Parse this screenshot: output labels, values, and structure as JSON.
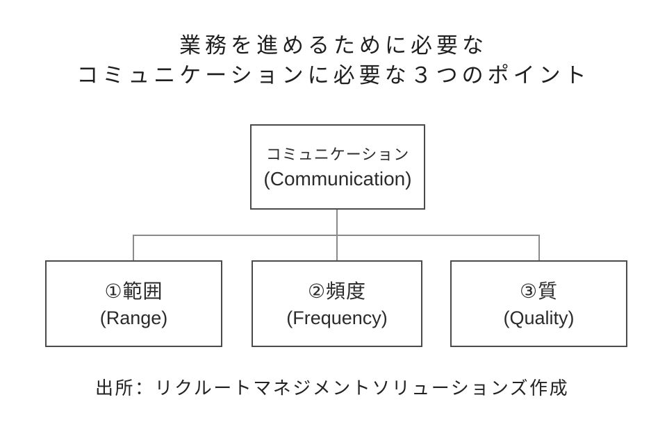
{
  "title": {
    "line1": "業務を進めるために必要な",
    "line2": "コミュニケーションに必要な３つのポイント"
  },
  "diagram": {
    "root": {
      "ja": "コミュニケーション",
      "en": "(Communication)"
    },
    "children": [
      {
        "ja": "①範囲",
        "en": "(Range)"
      },
      {
        "ja": "②頻度",
        "en": "(Frequency)"
      },
      {
        "ja": "③質",
        "en": "(Quality)"
      }
    ]
  },
  "source_caption": "出所：リクルートマネジメントソリューションズ作成",
  "colors": {
    "background": "#ffffff",
    "box_border": "#4a4a4a",
    "connector_line": "#8a8a8a",
    "text": "#2b2b2b"
  }
}
